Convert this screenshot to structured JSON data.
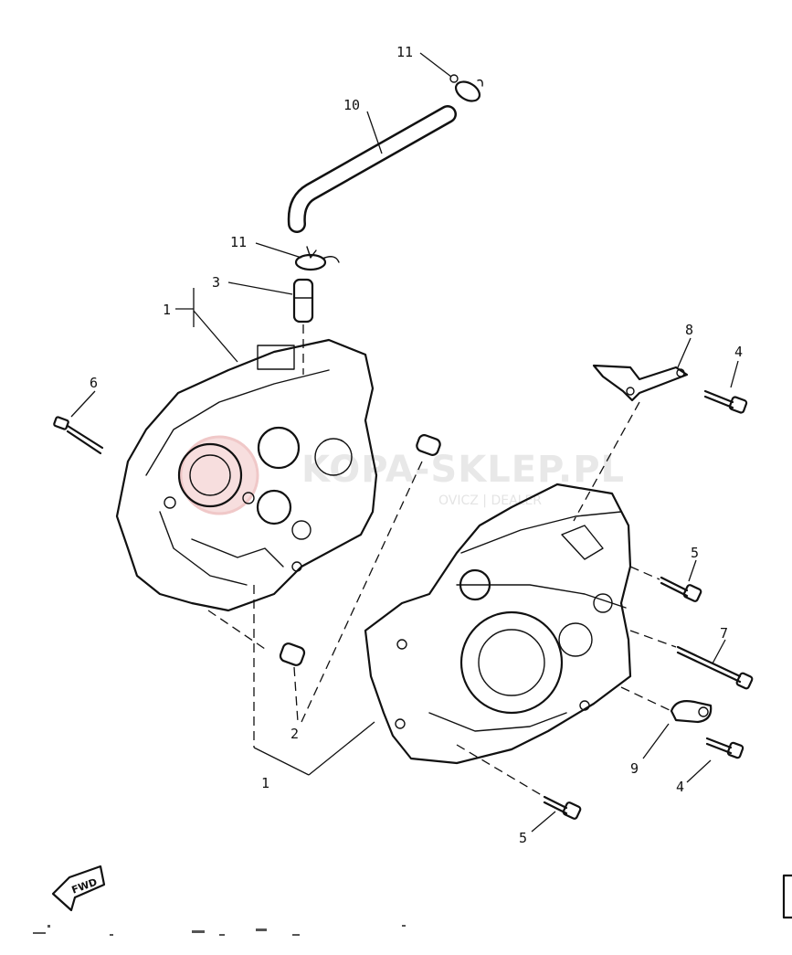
{
  "watermark": {
    "text": "KOPA-SKLEP.PL",
    "subtext": "OVICZ | DEALER"
  },
  "fwd_label": "FWD",
  "parts": [
    {
      "id": "11a",
      "label": "11"
    },
    {
      "id": "10",
      "label": "10"
    },
    {
      "id": "11b",
      "label": "11"
    },
    {
      "id": "3",
      "label": "3"
    },
    {
      "id": "1a",
      "label": "1"
    },
    {
      "id": "6",
      "label": "6"
    },
    {
      "id": "8",
      "label": "8"
    },
    {
      "id": "4a",
      "label": "4"
    },
    {
      "id": "5a",
      "label": "5"
    },
    {
      "id": "7",
      "label": "7"
    },
    {
      "id": "2",
      "label": "2"
    },
    {
      "id": "9",
      "label": "9"
    },
    {
      "id": "4b",
      "label": "4"
    },
    {
      "id": "1b",
      "label": "1"
    },
    {
      "id": "5b",
      "label": "5"
    }
  ]
}
